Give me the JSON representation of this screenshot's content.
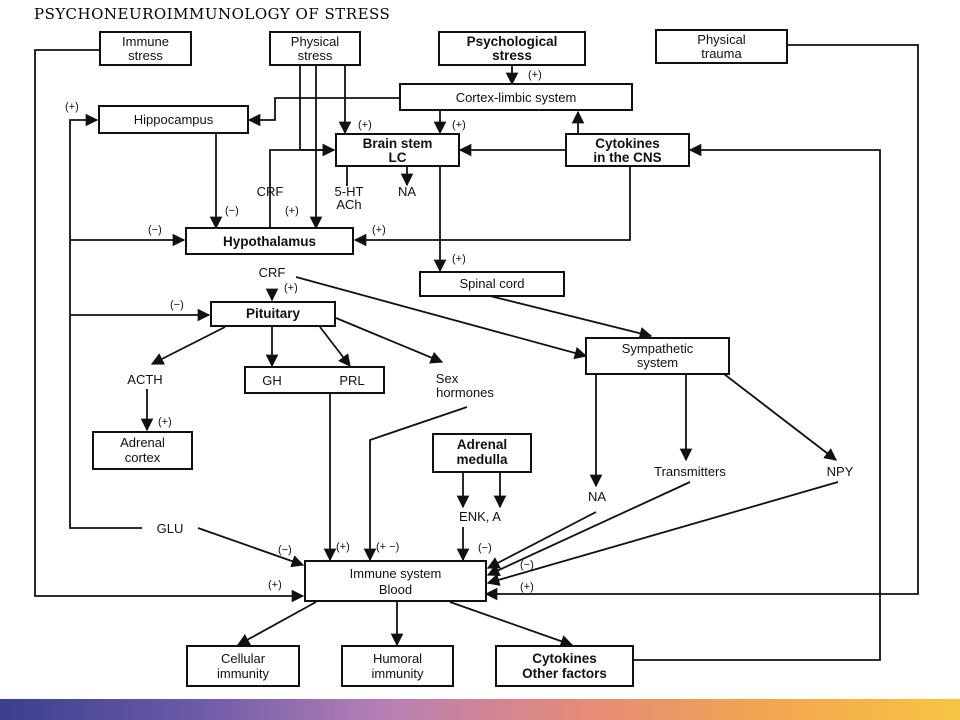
{
  "title": "PSYCHONEUROIMMUNOLOGY OF STRESS",
  "boxes": {
    "immune_stress": [
      "Immune",
      "stress"
    ],
    "physical_stress": [
      "Physical",
      "stress"
    ],
    "psychological_stress": [
      "Psychological",
      "stress"
    ],
    "physical_trauma": [
      "Physical",
      "trauma"
    ],
    "cortex_limbic": [
      "Cortex-limbic system"
    ],
    "hippocampus": [
      "Hippocampus"
    ],
    "brain_stem": [
      "Brain stem",
      "LC"
    ],
    "cytokines_cns": [
      "Cytokines",
      "in the CNS"
    ],
    "hypothalamus": [
      "Hypothalamus"
    ],
    "spinal_cord": [
      "Spinal cord"
    ],
    "pituitary": [
      "Pituitary"
    ],
    "sympathetic": [
      "Sympathetic",
      "system"
    ],
    "gh_prl": [
      "GH",
      "PRL"
    ],
    "adrenal_cortex": [
      "Adrenal",
      "cortex"
    ],
    "adrenal_medulla": [
      "Adrenal",
      "medulla"
    ],
    "immune_system": [
      "Immune system",
      "Blood"
    ],
    "cellular": [
      "Cellular",
      "immunity"
    ],
    "humoral": [
      "Humoral",
      "immunity"
    ],
    "cytokines_other": [
      "Cytokines",
      "Other factors"
    ]
  },
  "labels": {
    "crf_top": "CRF",
    "serotonin": "5-HT",
    "ach": "ACh",
    "na_top": "NA",
    "crf_mid": "CRF",
    "acth": "ACTH",
    "sex_hormones_1": "Sex",
    "sex_hormones_2": "hormones",
    "na_low": "NA",
    "transmitters": "Transmitters",
    "npy": "NPY",
    "glu": "GLU",
    "enk_a": "ENK, A"
  },
  "signs": {
    "plus": "(+)",
    "minus": "(−)",
    "plus_minus": "(+ −)"
  },
  "colors": {
    "ink": "#111111",
    "background": "#ffffff",
    "bar_stops": [
      "#3b3f8f",
      "#6a5aa8",
      "#b77fb6",
      "#e58a7a",
      "#f3a550",
      "#f7c542"
    ]
  }
}
